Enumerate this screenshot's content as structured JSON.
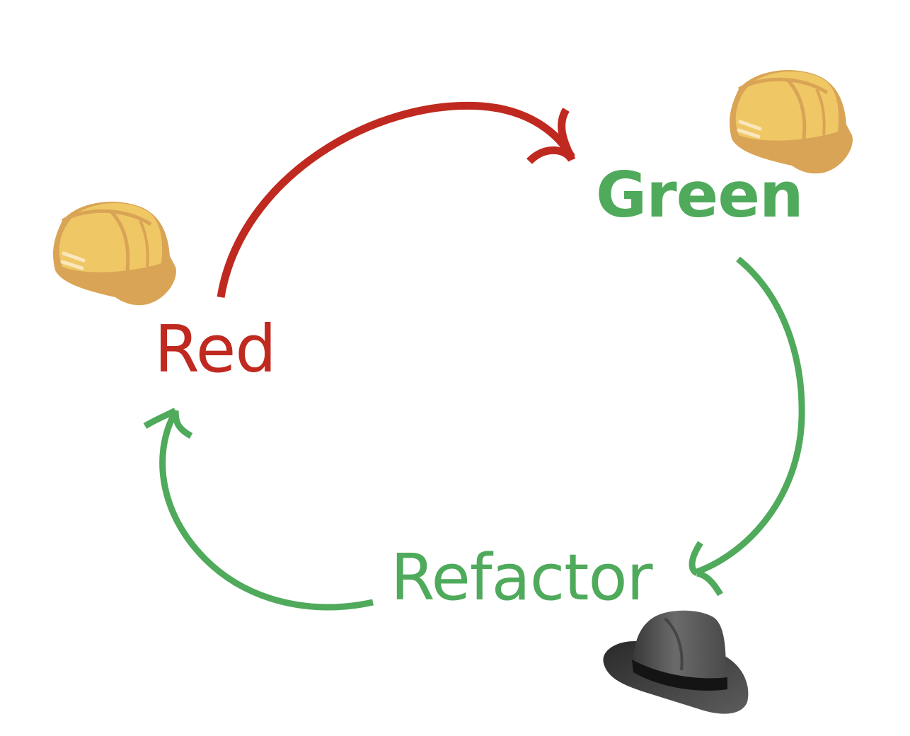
{
  "diagram": {
    "stages": {
      "red": {
        "label": "Red",
        "color": "#c0291f"
      },
      "green": {
        "label": "Green",
        "color": "#4faa5b"
      },
      "refactor": {
        "label": "Refactor",
        "color": "#4faa5b"
      }
    },
    "icons": {
      "red_hat": "hard-hat-icon",
      "green_hat": "hard-hat-icon",
      "refactor_hat": "fedora-hat-icon"
    },
    "arrows": [
      {
        "from": "Red",
        "to": "Green",
        "color": "#c0291f"
      },
      {
        "from": "Green",
        "to": "Refactor",
        "color": "#4faa5b"
      },
      {
        "from": "Refactor",
        "to": "Red",
        "color": "#4faa5b"
      }
    ]
  }
}
